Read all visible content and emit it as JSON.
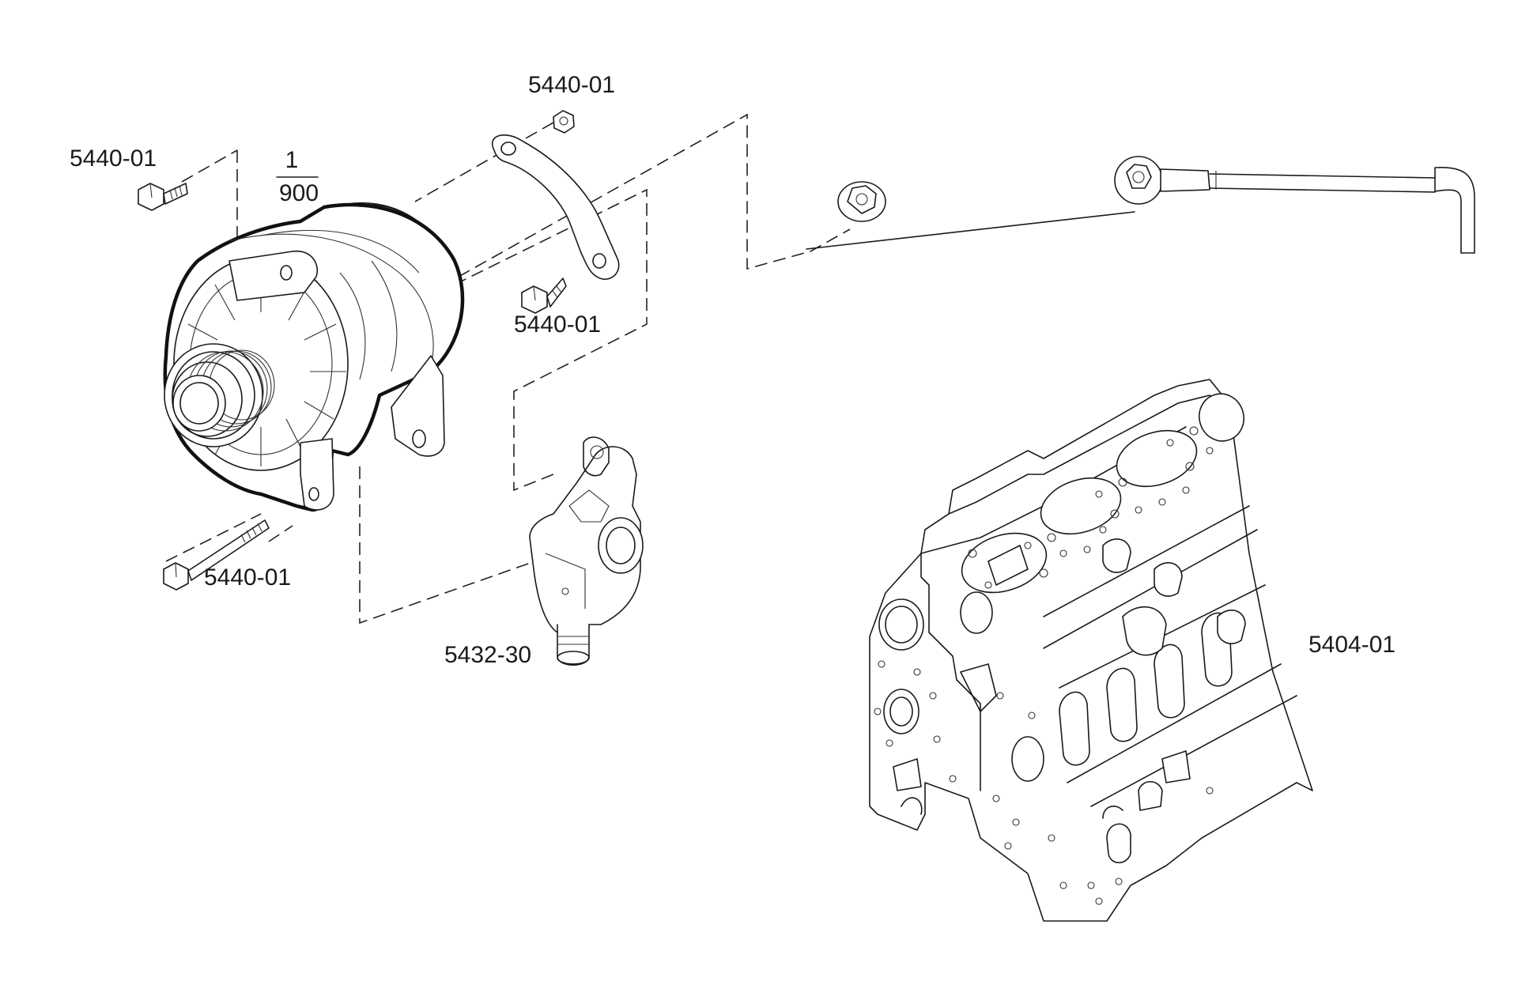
{
  "labels": {
    "bolt_upper_left": "5440-01",
    "fraction_numerator": "1",
    "fraction_denominator": "900",
    "nut_top": "5440-01",
    "bolt_middle": "5440-01",
    "bolt_lower_left": "5440-01",
    "bracket": "5432-30",
    "engine_block": "5404-01"
  }
}
